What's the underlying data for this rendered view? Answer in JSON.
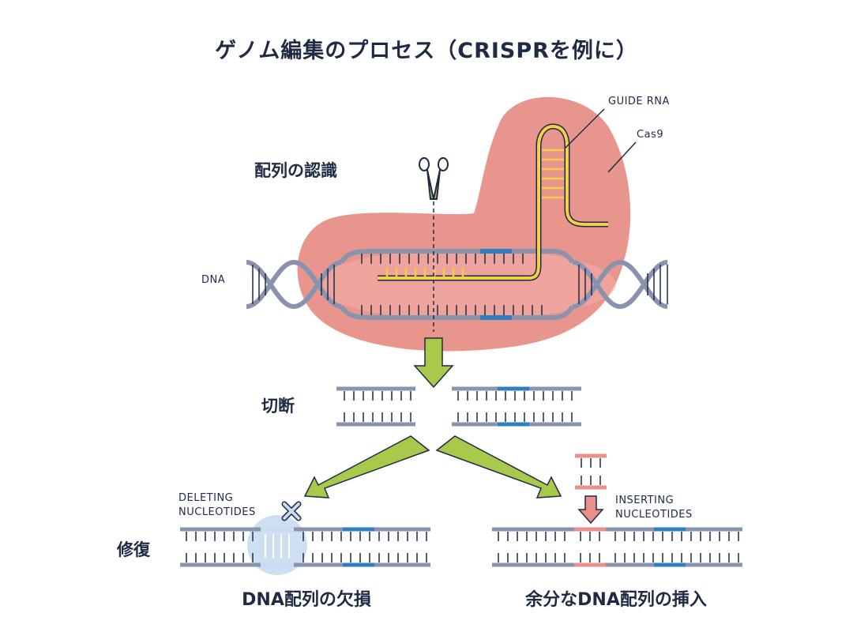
{
  "title": "ゲノム編集のプロセス（CRISPRを例に）",
  "steps": {
    "recognition": "配列の認識",
    "cutting": "切断",
    "repair": "修復"
  },
  "labels": {
    "guide_rna": "GUIDE RNA",
    "cas9": "Cas9",
    "dna": "DNA",
    "deleting": "DELETING\nNUCLEOTIDES",
    "inserting": "INSERTING\nNUCLEOTIDES"
  },
  "captions": {
    "deletion": "DNA配列の欠損",
    "insertion": "余分なDNA配列の挿入"
  },
  "colors": {
    "protein": "#e8958e",
    "strand": "#8a93ad",
    "strand_fill": "#dfe4ef",
    "target": "#2f7fbf",
    "rna": "#f2cf4a",
    "arrow": "#a8c94a",
    "insert": "#e8908a",
    "outline": "#1f2a44",
    "removed": "#c9dcf0"
  },
  "icons": [
    "scissors-icon",
    "cross-icon"
  ]
}
